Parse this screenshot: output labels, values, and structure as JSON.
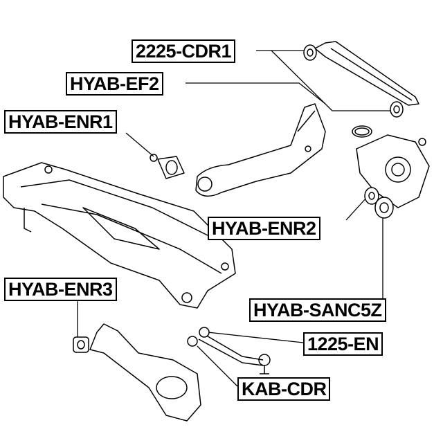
{
  "labels": {
    "cdr1": "2225-CDR1",
    "ef2": "HYAB-EF2",
    "enr1": "HYAB-ENR1",
    "enr2": "HYAB-ENR2",
    "enr3": "HYAB-ENR3",
    "sanc5z": "HYAB-SANC5Z",
    "en1225": "1225-EN",
    "kabcdr": "KAB-CDR"
  },
  "colors": {
    "line": "#000000",
    "background": "#ffffff"
  }
}
